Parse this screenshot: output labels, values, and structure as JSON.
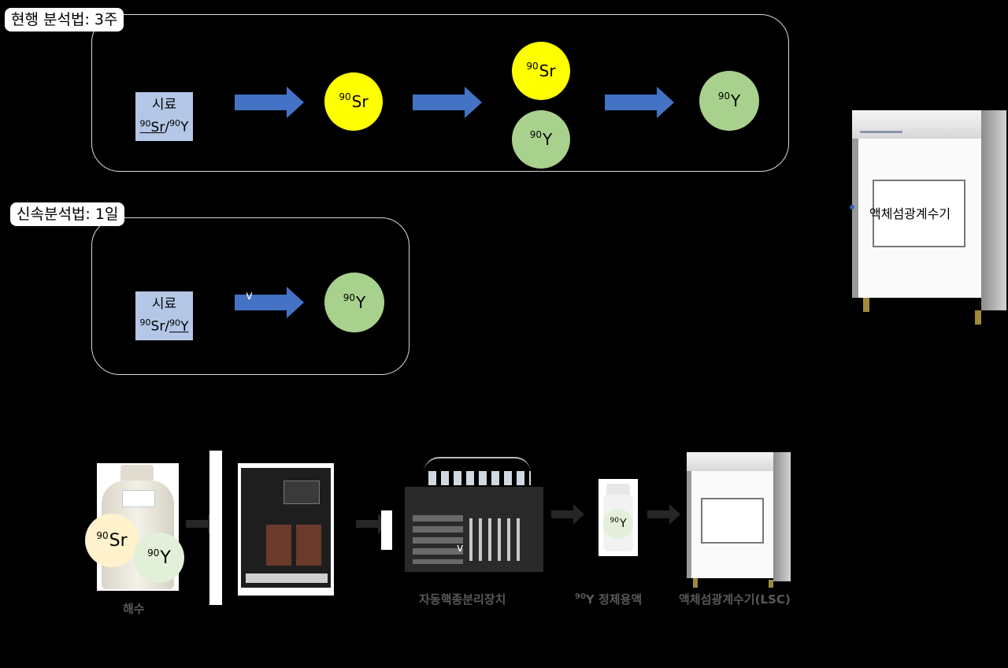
{
  "current_method": {
    "title": "현행 분석법: 3주",
    "sample_label": "시료",
    "sample_sr": "Sr",
    "sample_y": "Y",
    "isotope_mass": "90",
    "sr_text": "Sr",
    "y_text": "Y"
  },
  "rapid_method": {
    "title": "신속분석법: 1일",
    "sample_label": "시료",
    "sample_sr": "Sr",
    "sample_y": "Y",
    "isotope_mass": "90",
    "arrow_mark": "v",
    "y_text": "Y"
  },
  "lsc_top": {
    "label": "액체섬광계수기"
  },
  "bottom_flow": {
    "seawater_caption": "해수",
    "bottle_sr": "Sr",
    "bottle_y": "Y",
    "isotope_mass": "90",
    "separator_caption": "자동핵종분리장치",
    "separator_mark": "v",
    "purified_caption_mass": "90",
    "purified_caption": "Y 정제용액",
    "vial_mass": "90",
    "vial_y": "Y",
    "lsc_caption": "액체섬광계수기(LSC)"
  },
  "colors": {
    "sample_box": "#b4c7e7",
    "sr_circle": "#ffff00",
    "y_circle": "#a9d18e",
    "arrow": "#4472c4"
  }
}
